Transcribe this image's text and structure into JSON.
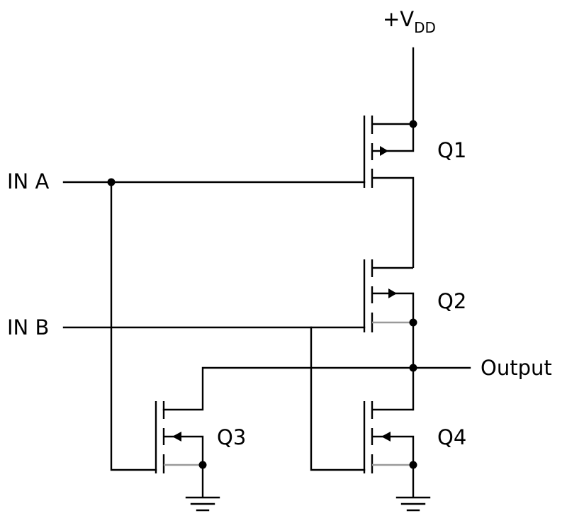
{
  "supply": {
    "prefix": "+V",
    "subscript": "DD"
  },
  "inputs": {
    "a": "IN A",
    "b": "IN B"
  },
  "output": "Output",
  "transistors": {
    "q1": "Q1",
    "q2": "Q2",
    "q3": "Q3",
    "q4": "Q4"
  },
  "colors": {
    "line": "#000000",
    "background": "#ffffff"
  }
}
